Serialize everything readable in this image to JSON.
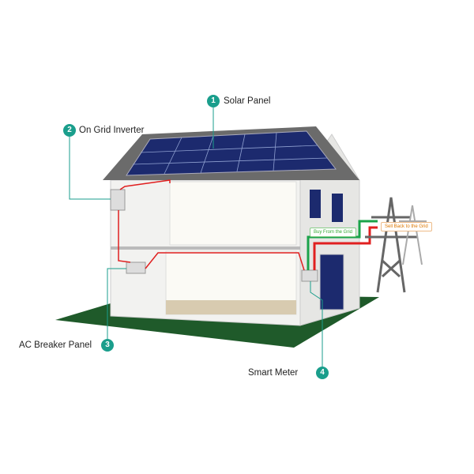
{
  "callouts": [
    {
      "number": "1",
      "label": "Solar Panel"
    },
    {
      "number": "2",
      "label": "On Grid Inverter"
    },
    {
      "number": "3",
      "label": "AC Breaker Panel"
    },
    {
      "number": "4",
      "label": "Smart Meter"
    }
  ],
  "flows": {
    "buy": "Buy From the Grid",
    "sell": "Sell Back to the Grid"
  },
  "colors": {
    "accent": "#1a9e8c",
    "ground": "#1f5a2a",
    "buy_line": "#1aa34a",
    "sell_line": "#e02020",
    "panel": "#1c2a6e"
  }
}
